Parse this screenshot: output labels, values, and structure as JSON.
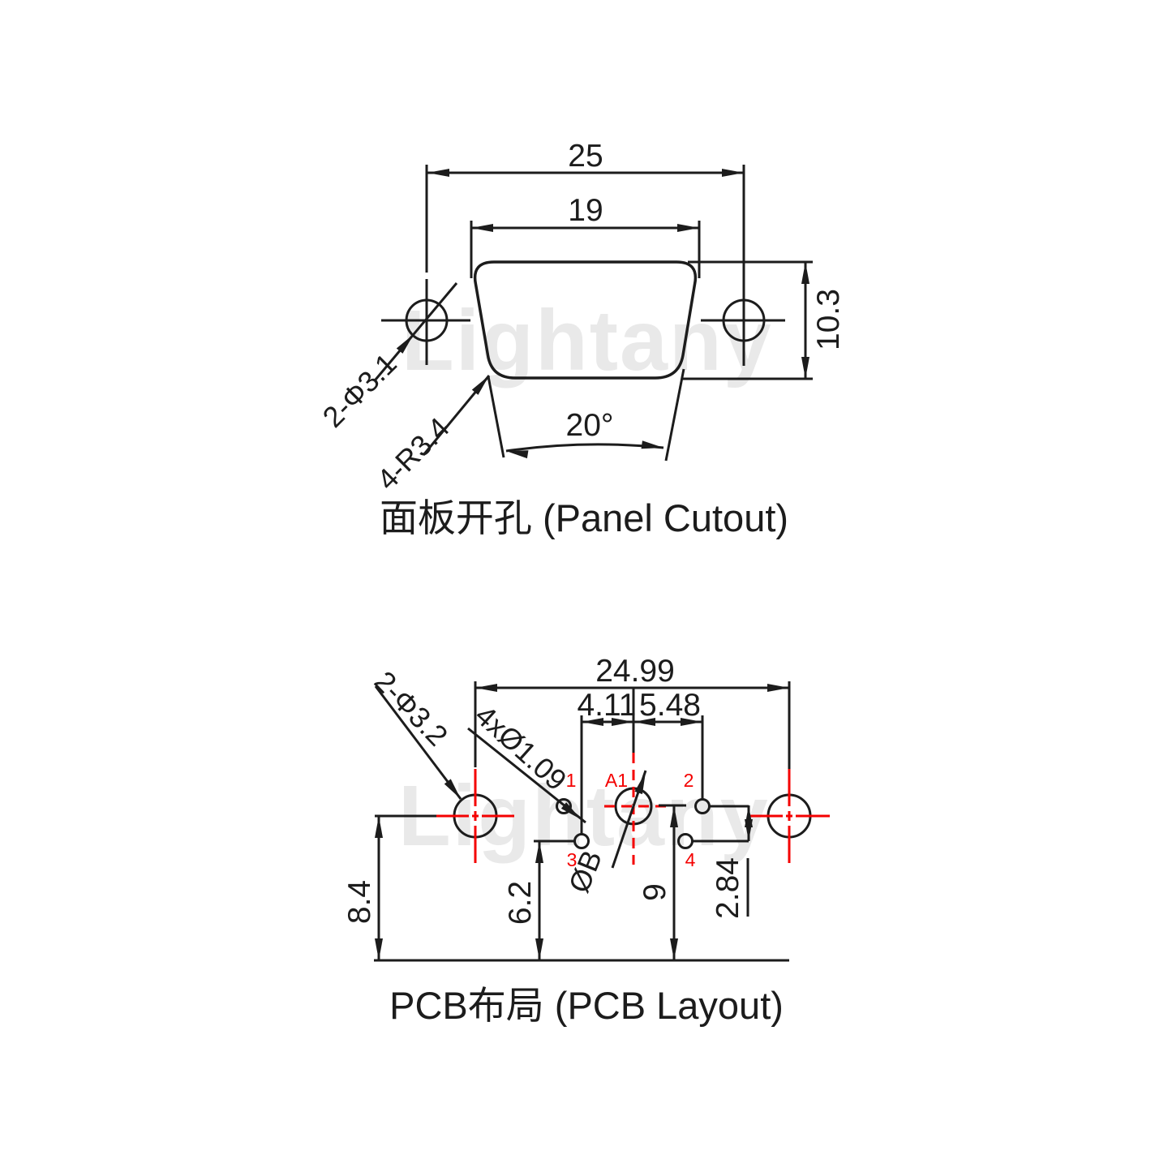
{
  "watermark_text": "Lightany",
  "colors": {
    "ink": "#1c1c1c",
    "red": "#f40000",
    "watermark": "#e9e9e9",
    "background": "#ffffff"
  },
  "panel_cutout": {
    "caption": "面板开孔 (Panel Cutout)",
    "dim_overall_width": "25",
    "dim_opening_width": "19",
    "dim_height": "10.3",
    "dim_side_angle": "20°",
    "label_mount_holes": "2-Φ3.1",
    "label_corner_radius": "4-R3.4"
  },
  "pcb_layout": {
    "caption": "PCB布局 (PCB Layout)",
    "dim_mount_span": "24.99",
    "dim_pin3_to_a1": "4.11",
    "dim_a1_to_pin2": "5.48",
    "dim_mount_height": "8.4",
    "dim_row2_height": "6.2",
    "dim_row1_height": "9",
    "dim_row_pitch": "2.84",
    "label_mount_holes": "2-Φ3.2",
    "label_signal_holes": "4xØ1.09",
    "label_coax_hole": "ØB",
    "pin_labels": {
      "a1": "A1",
      "p1": "1",
      "p2": "2",
      "p3": "3",
      "p4": "4"
    }
  }
}
